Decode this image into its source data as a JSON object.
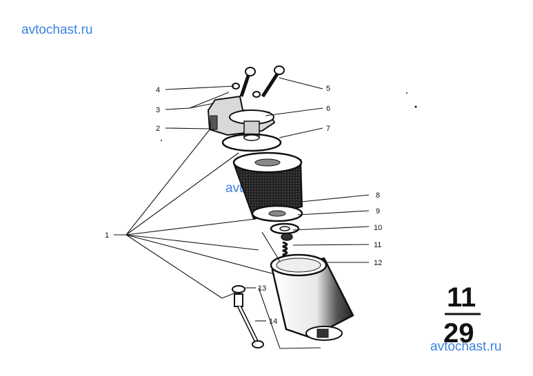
{
  "watermarks": [
    "avtochast.ru",
    "avtochast.ru",
    "avtochast.ru"
  ],
  "group": {
    "main": "11",
    "sub": "29"
  },
  "callouts": [
    {
      "id": "4",
      "label": "4"
    },
    {
      "id": "3",
      "label": "3"
    },
    {
      "id": "2",
      "label": "2"
    },
    {
      "id": "5",
      "label": "5"
    },
    {
      "id": "6",
      "label": "6"
    },
    {
      "id": "7",
      "label": "7"
    },
    {
      "id": "8",
      "label": "8"
    },
    {
      "id": "9",
      "label": "9"
    },
    {
      "id": "10",
      "label": "10"
    },
    {
      "id": "11",
      "label": "11"
    },
    {
      "id": "12",
      "label": "12"
    },
    {
      "id": "1",
      "label": "1"
    },
    {
      "id": "13",
      "label": "13"
    },
    {
      "id": "14",
      "label": "14"
    }
  ],
  "colors": {
    "watermark": "#3b82e0",
    "ink": "#111111",
    "background": "#ffffff"
  }
}
